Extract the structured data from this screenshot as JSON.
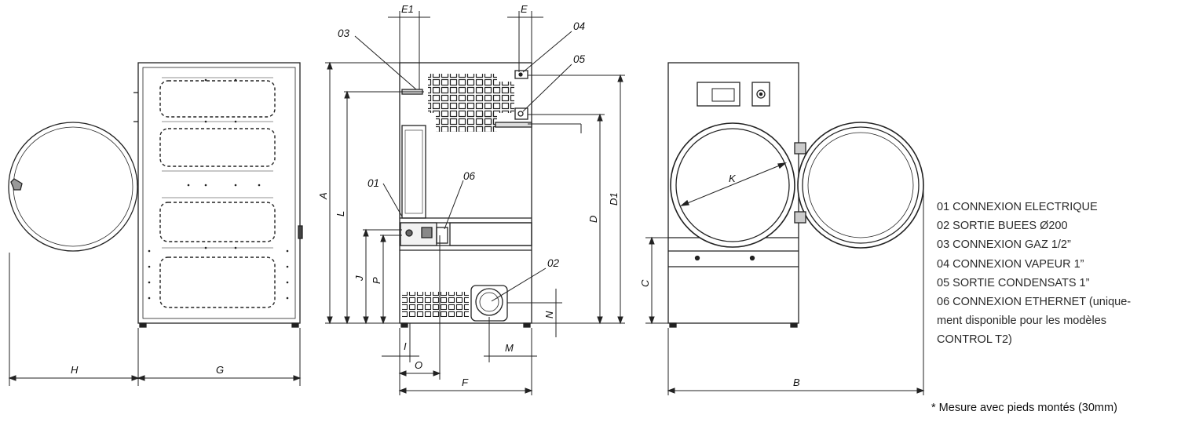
{
  "labels": {
    "E1": "E1",
    "E": "E",
    "A": "A",
    "L": "L",
    "J": "J",
    "P": "P",
    "D": "D",
    "D1": "D1",
    "N": "N",
    "M": "M",
    "I": "I",
    "O": "O",
    "F": "F",
    "H": "H",
    "G": "G",
    "C": "C",
    "K": "K",
    "B": "B"
  },
  "callouts": {
    "c01": "01",
    "c02": "02",
    "c03": "03",
    "c04": "04",
    "c05": "05",
    "c06": "06"
  },
  "legend": [
    "01 CONNEXION ELECTRIQUE",
    "02 SORTIE BUEES Ø200",
    "03 CONNEXION GAZ 1/2”",
    "04  CONNEXION VAPEUR 1”",
    "05 SORTIE CONDENSATS 1”",
    "06 CONNEXION ETHERNET (unique-",
    "ment disponible pour les modèles",
    "CONTROL T2)"
  ],
  "footnote": "* Mesure avec pieds montés (30mm)"
}
